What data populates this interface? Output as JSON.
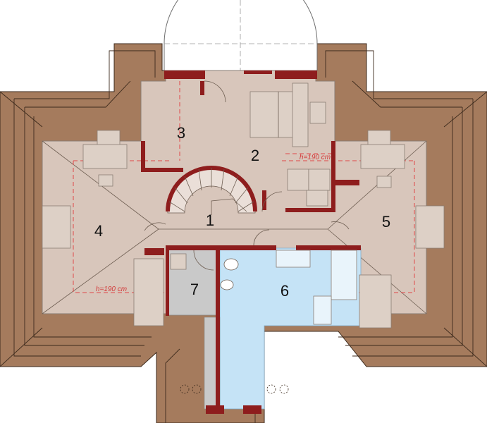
{
  "rooms": [
    {
      "id": "1",
      "label": "1"
    },
    {
      "id": "2",
      "label": "2"
    },
    {
      "id": "3",
      "label": "3"
    },
    {
      "id": "4",
      "label": "4"
    },
    {
      "id": "5",
      "label": "5"
    },
    {
      "id": "6",
      "label": "6"
    },
    {
      "id": "7",
      "label": "7"
    }
  ],
  "ceiling_height_labels": [
    "h=190 cm",
    "h=190 cm"
  ],
  "colors": {
    "roof": "#a57b5d",
    "floor": "#d8c6bb",
    "wall": "#8e1d1d",
    "bathroom": "#c5e3f6",
    "wc": "#c9c9c9",
    "dashed_line": "#e0484a",
    "dome": "#ffffff"
  }
}
